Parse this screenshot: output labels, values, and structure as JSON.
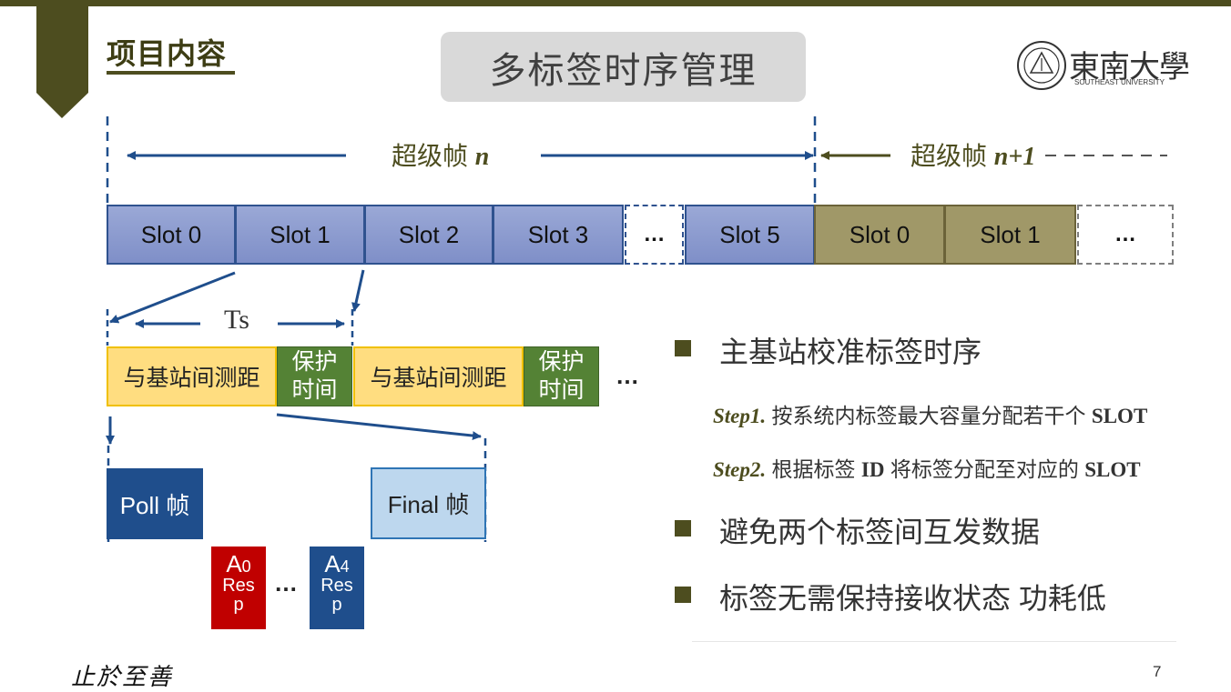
{
  "header": {
    "section_title": "项目内容",
    "main_title": "多标签时序管理",
    "logo_zh": "東南大學",
    "logo_en": "SOUTHEAST UNIVERSITY"
  },
  "superframe": {
    "label_n": "超级帧",
    "label_n_var": "n",
    "label_n1": "超级帧",
    "label_n1_var": "n+1"
  },
  "slots_n": [
    "Slot 0",
    "Slot 1",
    "Slot 2",
    "Slot 3",
    "…",
    "Slot 5"
  ],
  "slots_n1": [
    "Slot 0",
    "Slot 1",
    "…"
  ],
  "slot_detail": {
    "ts_label": "Ts",
    "segments": [
      "与基站间测距",
      "保护\n时间",
      "与基站间测距",
      "保护\n时间"
    ],
    "more": "…"
  },
  "frames": {
    "poll": "Poll 帧",
    "final": "Final 帧",
    "resp_a0_main": "A",
    "resp_a0_sub": "0",
    "resp_a4_main": "A",
    "resp_a4_sub": "4",
    "resp_line2": "Res",
    "resp_line3": "p",
    "more": "…"
  },
  "bullets": [
    "主基站校准标签时序",
    "避免两个标签间互发数据",
    "标签无需保持接收状态 功耗低"
  ],
  "steps": [
    {
      "label": "Step1.",
      "text_a": " 按系统内标签最大容量分配若干个 ",
      "bold_a": "SLOT",
      "text_b": "",
      "bold_b": ""
    },
    {
      "label": "Step2.",
      "text_a": " 根据标签 ",
      "bold_a": "ID",
      "text_b": " 将标签分配至对应的 ",
      "bold_b": "SLOT"
    }
  ],
  "footer": {
    "motto": "止於至善",
    "page_number": "7"
  },
  "colors": {
    "theme_olive": "#4d4d1f",
    "slot_blue": "#8696cc",
    "slot_olive": "#a09868",
    "ranging_yellow": "#ffdd80",
    "guard_green": "#548235",
    "poll_navy": "#1f4e8c",
    "final_lightblue": "#bdd7ee",
    "resp_red": "#c00000",
    "resp_blue": "#1f4e8c"
  }
}
